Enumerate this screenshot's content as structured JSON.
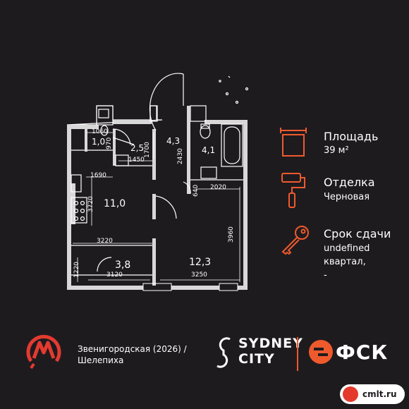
{
  "plan": {
    "rooms": [
      {
        "id": "bath-small",
        "label": "1,0"
      },
      {
        "id": "hall",
        "label": "2,5"
      },
      {
        "id": "corridor",
        "label": "4,3"
      },
      {
        "id": "bathroom",
        "label": "4,1"
      },
      {
        "id": "kitchen",
        "label": "11,0"
      },
      {
        "id": "bedroom",
        "label": "12,3"
      },
      {
        "id": "loggia",
        "label": "3,8"
      }
    ],
    "dimensions": {
      "d1060": "1060",
      "d970": "970",
      "d1700": "1700",
      "d1450": "1450",
      "d1690": "1690",
      "d2430": "2430",
      "d3720": "3720",
      "d640": "640",
      "d2020": "2020",
      "d3220": "3220",
      "d3960": "3960",
      "d1220": "1220",
      "d3120": "3120",
      "d3250": "3250"
    }
  },
  "info": {
    "area_title": "Площадь",
    "area_value": "39 м²",
    "finish_title": "Отделка",
    "finish_value": "Черновая",
    "deadline_title": "Срок сдачи",
    "deadline_line1": "undefined",
    "deadline_line2": "квартал,",
    "deadline_line3": "-"
  },
  "footer": {
    "metro_line1": "Звенигородская (2026) /",
    "metro_line2": "Шелепиха",
    "brand_line1": "SYDNEY",
    "brand_line2": "CITY",
    "developer": "ФСК",
    "watermark": "cmlt.ru"
  },
  "colors": {
    "background": "#1e1b1f",
    "accent": "#ef5a2d",
    "walls": "#ffffff"
  },
  "icons": [
    "area-frame-icon",
    "paint-roller-icon",
    "key-icon",
    "metro-icon",
    "fsk-logo-icon"
  ]
}
